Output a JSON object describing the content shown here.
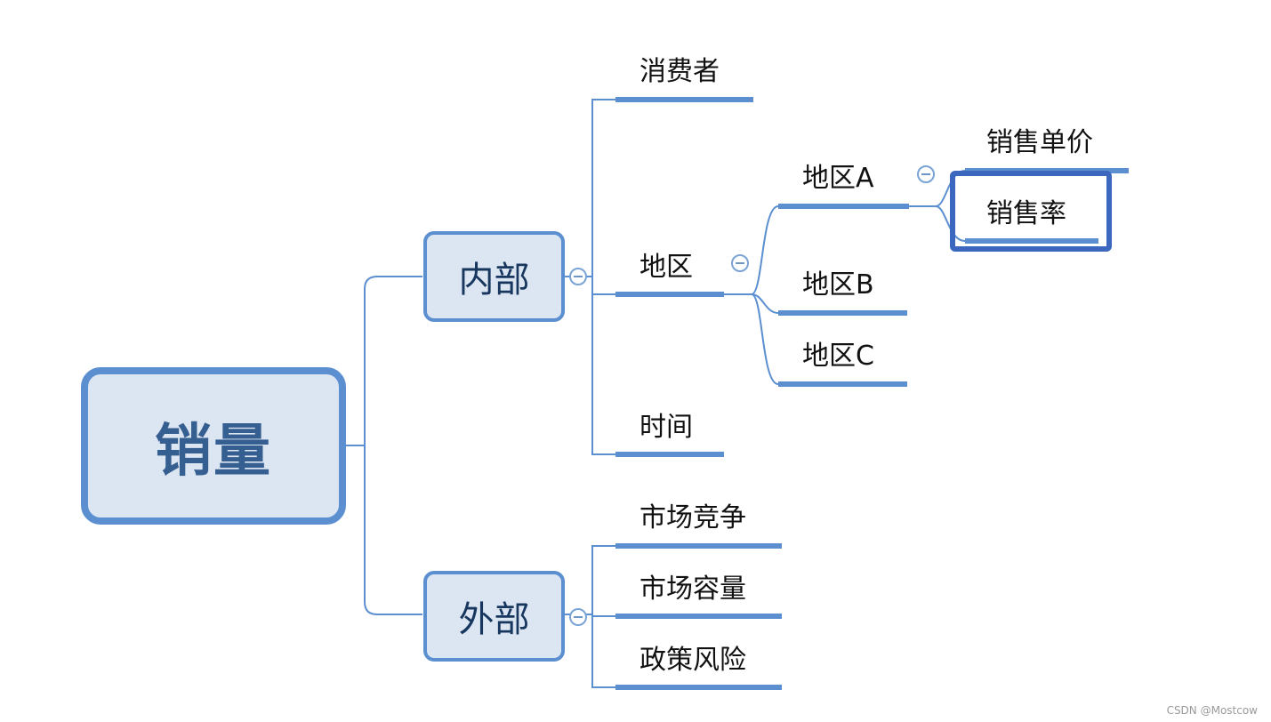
{
  "root": {
    "label": "销量"
  },
  "internal": {
    "label": "内部",
    "children": {
      "consumer": "消费者",
      "region": {
        "label": "地区",
        "children": {
          "region_a": {
            "label": "地区A",
            "children": {
              "unit_price": "销售单价",
              "sales_rate": "销售率"
            }
          },
          "region_b": "地区B",
          "region_c": "地区C"
        }
      },
      "time": "时间"
    }
  },
  "external": {
    "label": "外部",
    "children": {
      "competition": "市场竞争",
      "capacity": "市场容量",
      "policy_risk": "政策风险"
    }
  },
  "watermark": "CSDN @Mostcow",
  "colors": {
    "line": "#5b8fd0",
    "node_fill": "#dce6f2",
    "selection": "#3b67bf"
  }
}
